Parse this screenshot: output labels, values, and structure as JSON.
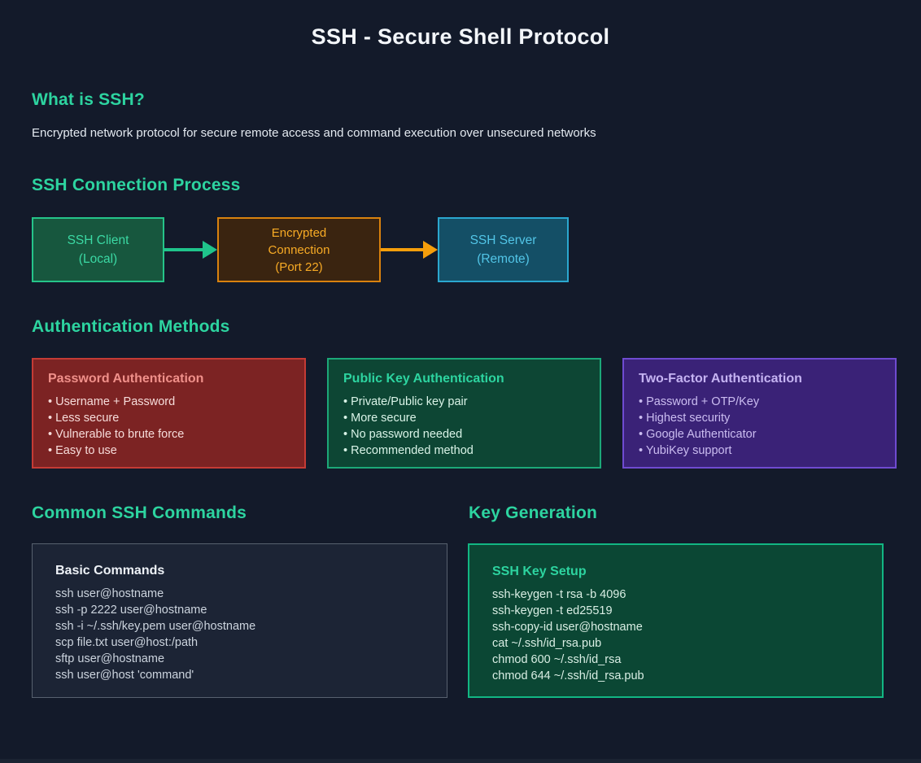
{
  "title": "SSH - Secure Shell Protocol",
  "colors": {
    "background": "#131a2a",
    "accent_green": "#2dd4a0",
    "arrow_green": "#1fc48b",
    "arrow_orange": "#f59e0b",
    "client_box": {
      "fill": "#17573e",
      "border": "#25c489",
      "text": "#3bd9a4"
    },
    "encrypted_box": {
      "fill": "#3a2410",
      "border": "#d9820e",
      "text": "#f8ab25"
    },
    "server_box": {
      "fill": "#144f66",
      "border": "#2ba7cf",
      "text": "#52c5e7"
    },
    "password_card": {
      "fill": "#7c2323",
      "border": "#c43b35",
      "title": "#f0908a"
    },
    "pubkey_card": {
      "fill": "#0d4634",
      "border": "#1ca878",
      "title": "#2dd4a0"
    },
    "twofactor_card": {
      "fill": "#3a2277",
      "border": "#6f4bd0",
      "title": "#c5b3f2"
    },
    "basic_box": {
      "fill": "#1c2435",
      "border": "#58616f"
    },
    "keygen_box": {
      "fill": "#0b4734",
      "border": "#12b683"
    }
  },
  "what_is_ssh": {
    "heading": "What is SSH?",
    "description": "Encrypted network protocol for secure remote access and command execution over unsecured networks"
  },
  "connection_process": {
    "heading": "SSH Connection Process",
    "client": {
      "line1": "SSH Client",
      "line2": "(Local)"
    },
    "encrypted": {
      "line1": "Encrypted",
      "line2": "Connection",
      "line3": "(Port 22)"
    },
    "server": {
      "line1": "SSH Server",
      "line2": "(Remote)"
    }
  },
  "authentication": {
    "heading": "Authentication Methods",
    "cards": [
      {
        "title": "Password Authentication",
        "items": [
          "Username + Password",
          "Less secure",
          "Vulnerable to brute force",
          "Easy to use"
        ]
      },
      {
        "title": "Public Key Authentication",
        "items": [
          "Private/Public key pair",
          "More secure",
          "No password needed",
          "Recommended method"
        ]
      },
      {
        "title": "Two-Factor Authentication",
        "items": [
          "Password + OTP/Key",
          "Highest security",
          "Google Authenticator",
          "YubiKey support"
        ]
      }
    ]
  },
  "commands": {
    "heading": "Common SSH Commands",
    "box_title": "Basic Commands",
    "lines": [
      "ssh user@hostname",
      "ssh -p 2222 user@hostname",
      "ssh -i ~/.ssh/key.pem user@hostname",
      "scp file.txt user@host:/path",
      "sftp user@hostname",
      "ssh user@host 'command'"
    ]
  },
  "key_generation": {
    "heading": "Key Generation",
    "box_title": "SSH Key Setup",
    "lines": [
      "ssh-keygen -t rsa -b 4096",
      "ssh-keygen -t ed25519",
      "ssh-copy-id user@hostname",
      "cat ~/.ssh/id_rsa.pub",
      "chmod 600 ~/.ssh/id_rsa",
      "chmod 644 ~/.ssh/id_rsa.pub"
    ]
  }
}
